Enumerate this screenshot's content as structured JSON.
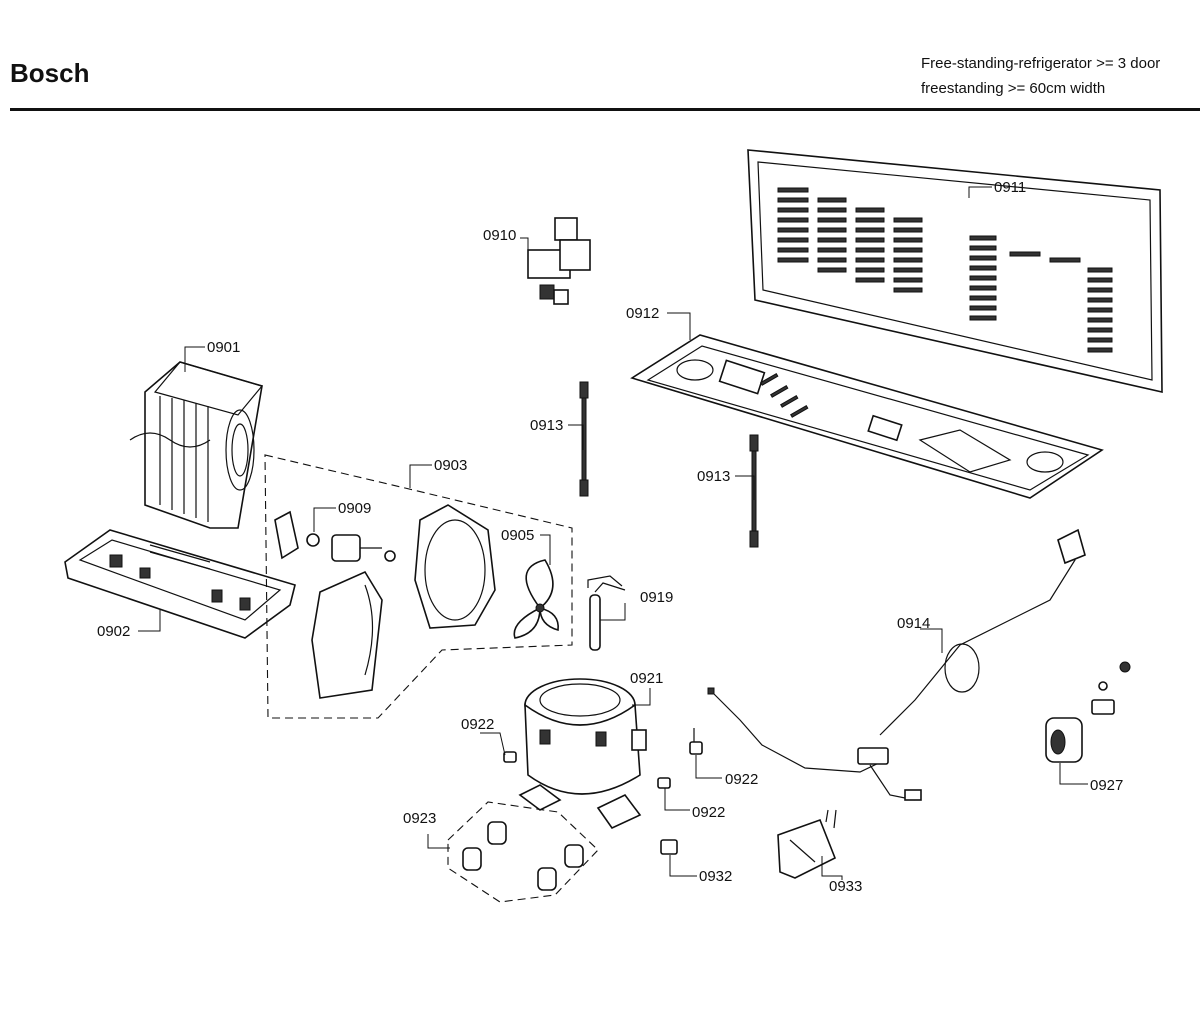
{
  "header": {
    "brand": "Bosch",
    "subtitle_line1": "Free-standing-refrigerator >= 3 door",
    "subtitle_line2": "freestanding >= 60cm width"
  },
  "parts": [
    {
      "id": "p0901",
      "label": "0901"
    },
    {
      "id": "p0902",
      "label": "0902"
    },
    {
      "id": "p0903",
      "label": "0903"
    },
    {
      "id": "p0905",
      "label": "0905"
    },
    {
      "id": "p0909",
      "label": "0909"
    },
    {
      "id": "p0910",
      "label": "0910"
    },
    {
      "id": "p0911",
      "label": "0911"
    },
    {
      "id": "p0912",
      "label": "0912"
    },
    {
      "id": "p0913a",
      "label": "0913"
    },
    {
      "id": "p0913b",
      "label": "0913"
    },
    {
      "id": "p0914",
      "label": "0914"
    },
    {
      "id": "p0919",
      "label": "0919"
    },
    {
      "id": "p0921",
      "label": "0921"
    },
    {
      "id": "p0922a",
      "label": "0922"
    },
    {
      "id": "p0922b",
      "label": "0922"
    },
    {
      "id": "p0922c",
      "label": "0922"
    },
    {
      "id": "p0923",
      "label": "0923"
    },
    {
      "id": "p0927",
      "label": "0927"
    },
    {
      "id": "p0932",
      "label": "0932"
    },
    {
      "id": "p0933",
      "label": "0933"
    }
  ]
}
